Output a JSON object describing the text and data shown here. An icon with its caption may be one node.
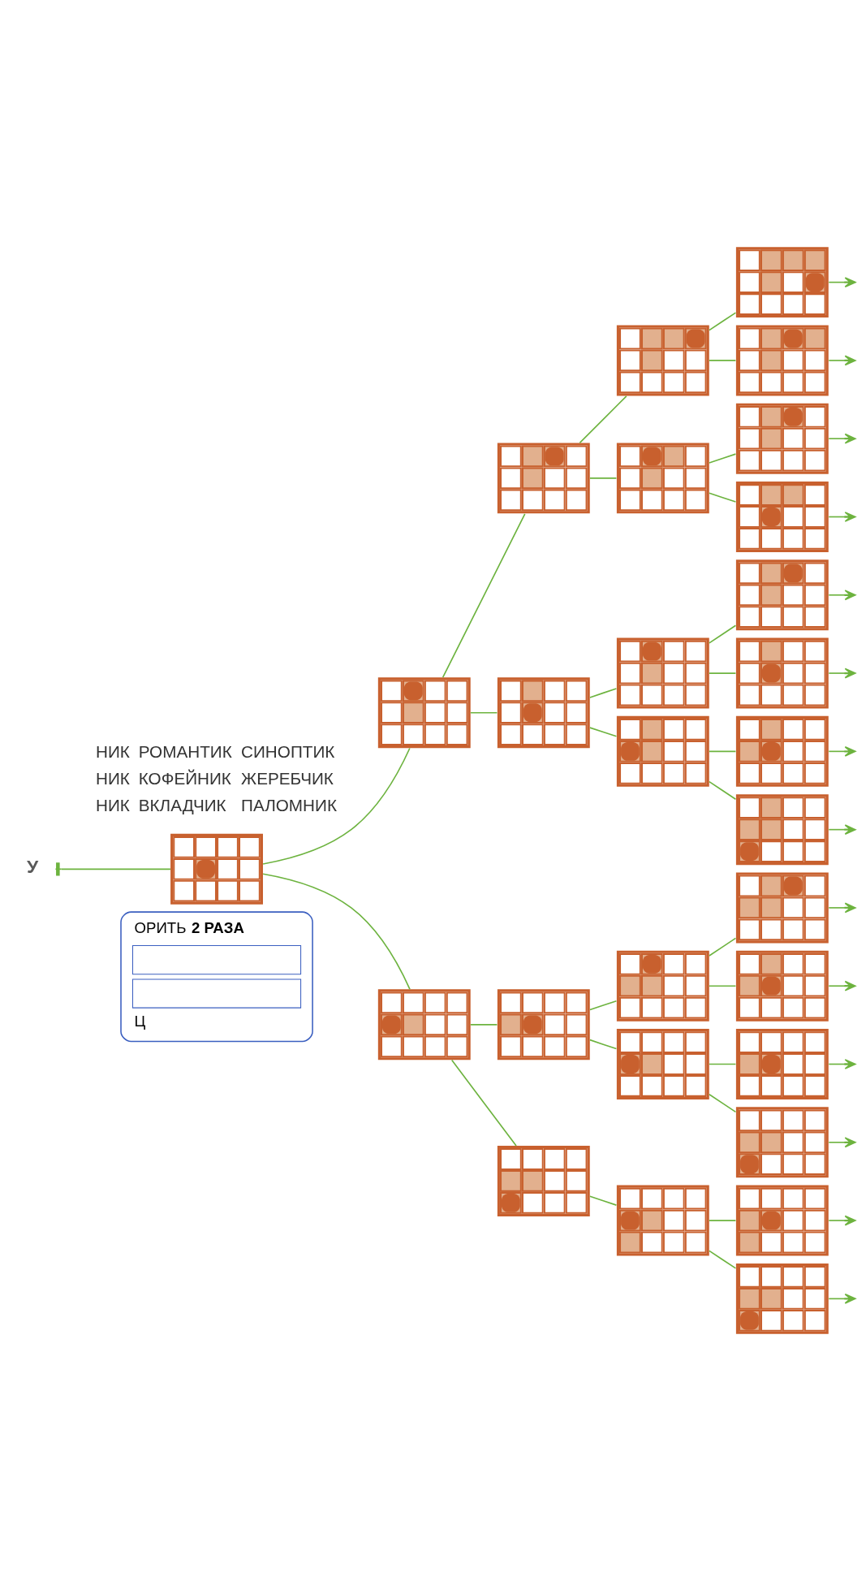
{
  "diagram": {
    "nodes": [
      {
        "text": [
          "У"
        ]
      },
      {
        "text": [],
        "shape": "box"
      },
      {
        "text": [],
        "shape": "box"
      },
      {
        "text": [],
        "shape": "box"
      },
      {
        "text": [],
        "shape": "box"
      },
      {
        "text": [],
        "shape": "box"
      },
      {
        "text": [],
        "shape": "box"
      },
      {
        "text": [],
        "shape": "box"
      },
      {
        "text": [],
        "shape": "box"
      },
      {
        "text": [],
        "shape": "box"
      },
      {
        "text": [],
        "shape": "box"
      },
      {
        "text": [],
        "shape": "box"
      },
      {
        "text": [],
        "shape": "box"
      },
      {
        "text": [],
        "shape": "box"
      },
      {
        "text": [],
        "shape": "box"
      },
      {
        "text": [],
        "shape": "box"
      },
      {
        "text": [],
        "shape": "box"
      },
      {
        "text": [],
        "shape": "box"
      },
      {
        "text": [],
        "shape": "box"
      },
      {
        "text": [],
        "shape": "box"
      },
      {
        "text": [],
        "shape": "box"
      },
      {
        "text": [],
        "shape": "box"
      },
      {
        "text": [],
        "shape": "box"
      },
      {
        "text": [],
        "shape": "box"
      },
      {
        "text": [],
        "shape": "box"
      },
      {
        "text": [],
        "shape": "box"
      },
      {
        "text": [],
        "shape": "box"
      },
      {
        "text": [],
        "shape": "box"
      },
      {
        "text": [],
        "shape": "box"
      }
    ],
    "edges": [
      {
        "from": 0,
        "to": 1,
        "arrow": "other"
      },
      {
        "from": 1,
        "to": 2,
        "arrow": "none"
      },
      {
        "from": 1,
        "to": 3,
        "arrow": "none"
      },
      {
        "from": 2,
        "to": 4,
        "arrow": "none"
      },
      {
        "from": 2,
        "to": 5,
        "arrow": "none"
      },
      {
        "from": 3,
        "to": 6,
        "arrow": "none"
      },
      {
        "from": 3,
        "to": 7,
        "arrow": "none"
      },
      {
        "from": 4,
        "to": 8,
        "arrow": "none"
      },
      {
        "from": 4,
        "to": 9,
        "arrow": "none"
      },
      {
        "from": 5,
        "to": 10,
        "arrow": "none"
      },
      {
        "from": 5,
        "to": 11,
        "arrow": "none"
      },
      {
        "from": 6,
        "to": 12,
        "arrow": "none"
      },
      {
        "from": 6,
        "to": 13,
        "arrow": "none"
      },
      {
        "from": 7,
        "to": 14,
        "arrow": "none"
      },
      {
        "from": 8,
        "to": 15,
        "arrow": "none"
      },
      {
        "from": 8,
        "to": 16,
        "arrow": "none"
      },
      {
        "from": 9,
        "to": 17,
        "arrow": "none"
      },
      {
        "from": 9,
        "to": 18,
        "arrow": "none"
      },
      {
        "from": 10,
        "to": 19,
        "arrow": "none"
      },
      {
        "from": 10,
        "to": 20,
        "arrow": "none"
      },
      {
        "from": 11,
        "to": 21,
        "arrow": "none"
      },
      {
        "from": 11,
        "to": 22,
        "arrow": "none"
      },
      {
        "from": 12,
        "to": 23,
        "arrow": "none"
      },
      {
        "from": 12,
        "to": 24,
        "arrow": "none"
      },
      {
        "from": 13,
        "to": 25,
        "arrow": "none"
      },
      {
        "from": 13,
        "to": 26,
        "arrow": "none"
      },
      {
        "from": 14,
        "to": 27,
        "arrow": "none"
      },
      {
        "from": 14,
        "to": 28,
        "arrow": "none"
      },
      {
        "from": 15,
        "to": null,
        "arrow": "to"
      },
      {
        "from": 16,
        "to": null,
        "arrow": "to"
      },
      {
        "from": 17,
        "to": null,
        "arrow": "to"
      },
      {
        "from": 18,
        "to": null,
        "arrow": "to"
      },
      {
        "from": 19,
        "to": null,
        "arrow": "to"
      },
      {
        "from": 20,
        "to": null,
        "arrow": "to"
      },
      {
        "from": 21,
        "to": null,
        "arrow": "to"
      },
      {
        "from": 22,
        "to": null,
        "arrow": "to"
      },
      {
        "from": 23,
        "to": null,
        "arrow": "to"
      },
      {
        "from": 24,
        "to": null,
        "arrow": "to"
      },
      {
        "from": 25,
        "to": null,
        "arrow": "to"
      },
      {
        "from": 26,
        "to": null,
        "arrow": "to"
      },
      {
        "from": 27,
        "to": null,
        "arrow": "to"
      },
      {
        "from": 28,
        "to": null,
        "arrow": "to"
      }
    ],
    "labels": [
      "НИК",
      "РОМАНТИК",
      "СИНОПТИК",
      "НИК",
      "КОФЕЙНИК",
      "ЖЕРЕБЧИК",
      "НИК",
      "ВКЛАДЧИК",
      "ПАЛОМНИК",
      "ОРИТЬ **2 РАЗА**",
      "Ц"
    ]
  }
}
